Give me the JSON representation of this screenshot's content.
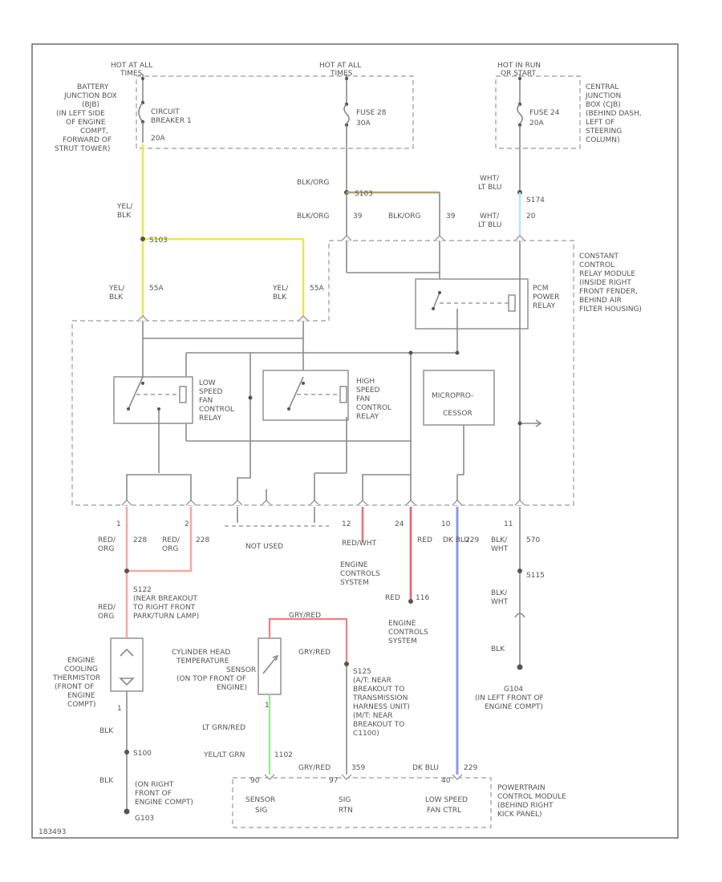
{
  "colors": {
    "yel_blk": "#e8e85a",
    "blk_org": "#b8a070",
    "wht_lt_blu": "#b8e8ee",
    "red_org": "#f4aaa0",
    "red_wht": "#f07070",
    "red": "#f06060",
    "dk_blu": "#8e9ae6",
    "gry_red": "#f08080",
    "lt_grn": "#90ee90"
  },
  "labels": {
    "hot_at_all_1": "HOT AT ALL",
    "hot_at_all_1b": "TIMES",
    "hot_at_all_2": "HOT AT ALL",
    "hot_at_all_2b": "TIMES",
    "hot_in_run": "HOT IN RUN",
    "hot_in_run_b": "OR START",
    "bjb1": "BATTERY",
    "bjb2": "JUNCTION BOX",
    "bjb3": "(BJB)",
    "bjb4": "(IN LEFT SIDE",
    "bjb5": "OF ENGINE",
    "bjb6": "COMPT,",
    "bjb7": "FORWARD OF",
    "bjb8": "STRUT TOWER)",
    "cb1": "CIRCUIT",
    "cb2": "BREAKER 1",
    "cb3": "20A",
    "fuse28a": "FUSE 28",
    "fuse28b": "30A",
    "fuse24a": "FUSE 24",
    "fuse24b": "20A",
    "cjb1": "CENTRAL",
    "cjb2": "JUNCTION",
    "cjb3": "BOX (CJB)",
    "cjb4": "(BEHIND DASH,",
    "cjb5": "LEFT OF",
    "cjb6": "STEERING",
    "cjb7": "COLUMN)",
    "yel_blk_a": "YEL/",
    "yel_blk_b": "BLK",
    "s103": "S103",
    "blk_org_1": "BLK/ORG",
    "s103b": "S103",
    "blk_org_2": "BLK/ORG",
    "blk_org_2n": "39",
    "blk_org_3": "BLK/ORG",
    "blk_org_3n": "39",
    "wht_lt_blu_1a": "WHT/",
    "wht_lt_blu_1b": "LT BLU",
    "s174": "S174",
    "wht_lt_blu_2a": "WHT/",
    "wht_lt_blu_2b": "LT BLU",
    "wht_lt_blu_2n": "20",
    "yel_blk_3a": "YEL/",
    "yel_blk_3b": "BLK",
    "yel_blk_3n": "55A",
    "yel_blk_4a": "YEL/",
    "yel_blk_4b": "BLK",
    "yel_blk_4n": "55A",
    "pcm_relay1": "PCM",
    "pcm_relay2": "POWER",
    "pcm_relay3": "RELAY",
    "ccrm1": "CONSTANT",
    "ccrm2": "CONTROL",
    "ccrm3": "RELAY MODULE",
    "ccrm4": "(INSIDE RIGHT",
    "ccrm5": "FRONT FENDER,",
    "ccrm6": "BEHIND AIR",
    "ccrm7": "FILTER HOUSING)",
    "low1": "LOW",
    "low2": "SPEED",
    "low3": "FAN",
    "low4": "CONTROL",
    "low5": "RELAY",
    "high1": "HIGH",
    "high2": "SPEED",
    "high3": "FAN",
    "high4": "CONTROL",
    "high5": "RELAY",
    "micro1": "MICROPRO-",
    "micro2": "CESSOR",
    "pin1": "1",
    "pin2": "2",
    "pin12": "12",
    "pin24": "24",
    "pin10": "10",
    "pin11": "11",
    "red_org_1a": "RED/",
    "red_org_1b": "ORG",
    "red_org_1n": "228",
    "red_org_2a": "RED/",
    "red_org_2b": "ORG",
    "red_org_2n": "228",
    "not_used": "NOT USED",
    "red_wht": "RED/WHT",
    "red_24": "RED",
    "dk_blu_1": "DK BLU",
    "dk_blu_1n": "229",
    "blk_wht_1a": "BLK/",
    "blk_wht_1b": "WHT",
    "blk_wht_1n": "570",
    "ecs1a": "ENGINE",
    "ecs1b": "CONTROLS",
    "ecs1c": "SYSTEM",
    "red_116": "RED",
    "red_116n": "116",
    "ecs2a": "ENGINE",
    "ecs2b": "CONTROLS",
    "ecs2c": "SYSTEM",
    "s115": "S115",
    "blk_wht_2a": "BLK/",
    "blk_wht_2b": "WHT",
    "blk_bottom_r": "BLK",
    "g104a": "G104",
    "g104b": "(IN LEFT FRONT OF",
    "g104c": "ENGINE COMPT)",
    "s122a": "S122",
    "s122b": "(NEAR BREAKOUT",
    "s122c": "TO RIGHT FRONT",
    "s122d": "PARK/TURN LAMP)",
    "red_org_3a": "RED/",
    "red_org_3b": "ORG",
    "ect1": "ENGINE",
    "ect2": "COOLING",
    "ect3": "THERMISTOR",
    "ect4": "(FRONT OF",
    "ect5": "ENGINE",
    "ect6": "COMPT)",
    "ect_pin": "1",
    "blk_l1": "BLK",
    "s100": "S100",
    "blk_l2": "BLK",
    "g103a": "(ON RIGHT",
    "g103b": "FRONT OF",
    "g103c": "ENGINE COMPT)",
    "g103d": "G103",
    "gry_red_top": "GRY/RED",
    "cht1": "CYLINDER HEAD",
    "cht2": "TEMPERATURE",
    "cht3": "SENSOR",
    "cht4": "(ON TOP FRONT OF",
    "cht5": "ENGINE)",
    "cht_pin": "1",
    "gry_red_2": "GRY/RED",
    "s125a": "S125",
    "s125b": "(A/T: NEAR",
    "s125c": "BREAKOUT TO",
    "s125d": "TRANSMISSION",
    "s125e": "HARNESS UNIT)",
    "s125f": "(M/T: NEAR",
    "s125g": "BREAKOUT TO",
    "s125h": "C1100)",
    "lt_grn_red": "LT GRN/RED",
    "yel_lt_grn": "YEL/LT GRN",
    "n1102": "1102",
    "gry_red_3": "GRY/RED",
    "n359": "359",
    "dk_blu_2": "DK BLU",
    "dk_blu_2n": "229",
    "pin90": "90",
    "pin97": "97",
    "pin40": "40",
    "sensor1": "SENSOR",
    "sensor2": "SIG",
    "sig1": "SIG",
    "sig2": "RTN",
    "lsfc1": "LOW SPEED",
    "lsfc2": "FAN CTRL",
    "pcm1": "POWERTRAIN",
    "pcm2": "CONTROL MODULE",
    "pcm3": "(BEHIND RIGHT",
    "pcm4": "KICK PANEL)",
    "footer": "183493"
  }
}
